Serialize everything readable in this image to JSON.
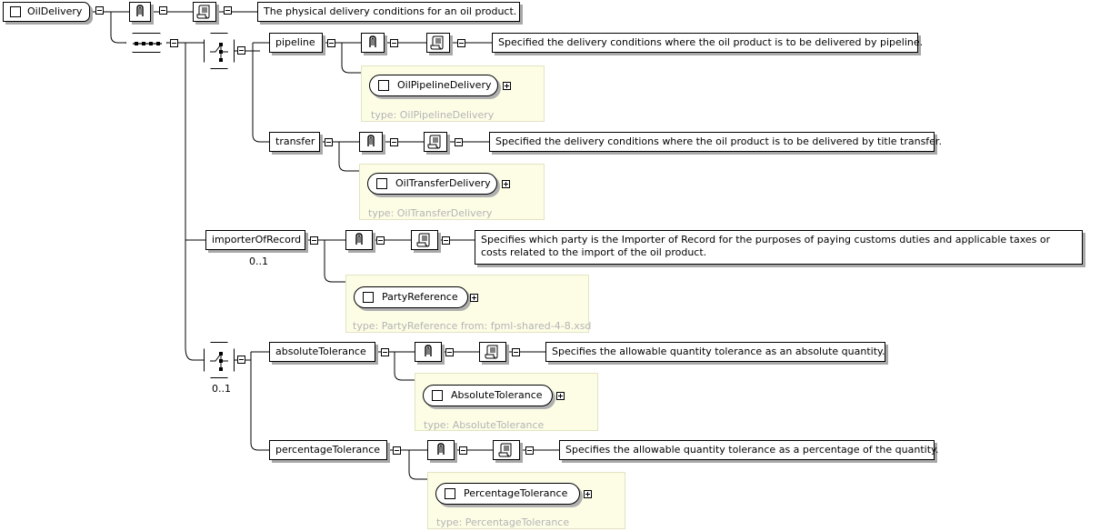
{
  "root": {
    "label": "OilDelivery"
  },
  "docs": {
    "root": "The physical delivery conditions for an oil product.",
    "pipeline": "Specified the delivery conditions where the oil product is to be delivered by pipeline.",
    "transfer": "Specified the delivery conditions where the oil product is to be delivered by title transfer.",
    "importer": "Specifies which party is the Importer of Record for the purposes of paying customs duties and applicable taxes or costs related to the import of the oil product.",
    "absolute": "Specifies the allowable quantity tolerance as an absolute quantity.",
    "percentage": "Specifies the allowable quantity tolerance as a percentage of the quantity."
  },
  "elements": {
    "pipeline": "pipeline",
    "transfer": "transfer",
    "importer": "importerOfRecord",
    "absolute": "absoluteTolerance",
    "percentage": "percentageTolerance"
  },
  "types": {
    "pipeline": {
      "name": "OilPipelineDelivery",
      "label": "type: OilPipelineDelivery"
    },
    "transfer": {
      "name": "OilTransferDelivery",
      "label": "type: OilTransferDelivery"
    },
    "importer": {
      "name": "PartyReference",
      "label": "type: PartyReference from: fpml-shared-4-8.xsd"
    },
    "absolute": {
      "name": "AbsoluteTolerance",
      "label": "type: AbsoluteTolerance"
    },
    "percentage": {
      "name": "PercentageTolerance",
      "label": "type: PercentageTolerance"
    }
  },
  "cardinality": {
    "importer": "0..1",
    "choice2": "0..1"
  },
  "colors": {
    "wire": "#000000",
    "type_background": "#fdfde6",
    "type_label": "#b4b4b4",
    "shadow": "#a8a8a8"
  }
}
